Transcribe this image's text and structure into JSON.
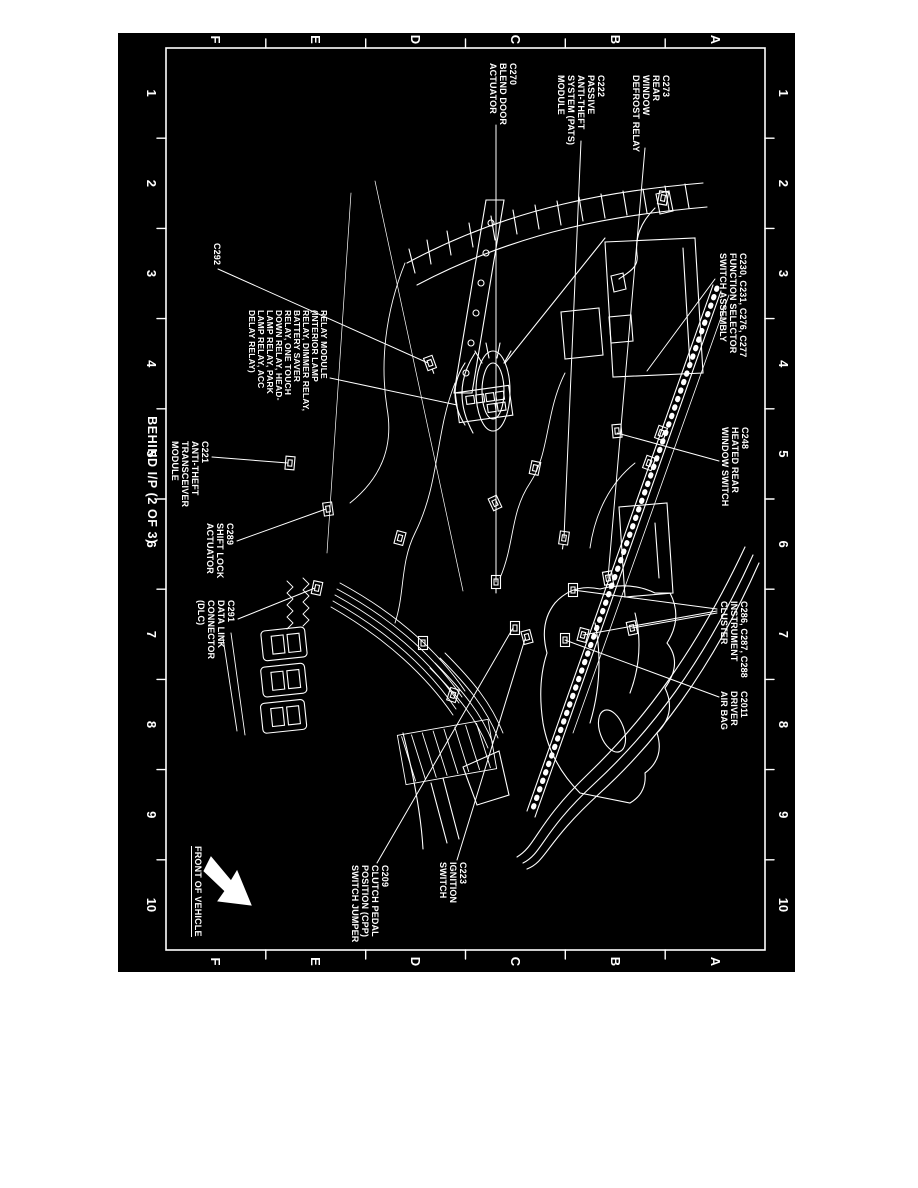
{
  "colors": {
    "page_background": "#ffffff",
    "figure_background": "#000000",
    "line_art": "#ffffff",
    "text": "#ffffff"
  },
  "figure_title": "BEHIND I/P (2 OF 3)",
  "front_of_vehicle_label": "FRONT OF VEHICLE",
  "grid": {
    "letters": [
      "A",
      "B",
      "C",
      "D",
      "E",
      "F"
    ],
    "numbers": [
      "1",
      "2",
      "3",
      "4",
      "5",
      "6",
      "7",
      "8",
      "9",
      "10"
    ]
  },
  "callouts": {
    "c273": {
      "lines": [
        "C273",
        "REAR",
        "WINDOW",
        "DEFROST RELAY"
      ]
    },
    "c222": {
      "lines": [
        "C222",
        "PASSIVE",
        "ANTI-THEFT",
        "SYSTEM (PATS)",
        "MODULE"
      ]
    },
    "c270": {
      "lines": [
        "C270",
        "BLEND DOOR",
        "ACTUATOR"
      ]
    },
    "c292": {
      "lines": [
        "C292"
      ]
    },
    "relay_module": {
      "lines": [
        "RELAY MODULE",
        "(INTERIOR LAMP",
        "RELAY, DIMMER RELAY,",
        "BATTERY SAVER",
        "RELAY, ONE TOUCH",
        "DOWN RELAY, HEAD-",
        "LAMP RELAY, PARK",
        "LAMP RELAY, ACC",
        "DELAY RELAY)"
      ]
    },
    "c221": {
      "lines": [
        "C221",
        "ANTI-THEFT",
        "TRANSCEIVER",
        "MODULE"
      ]
    },
    "c289": {
      "lines": [
        "C289",
        "SHIFT LOCK",
        "ACTUATOR"
      ]
    },
    "c291": {
      "lines": [
        "C291",
        "DATA LINK",
        "CONNECTOR",
        "(DLC)"
      ]
    },
    "function_selector": {
      "lines": [
        "C230, C231, C276, C277",
        "FUNCTION SELECTOR",
        "SWITCH ASSEMBLY"
      ]
    },
    "c248": {
      "lines": [
        "C248",
        "HEATED REAR",
        "WINDOW SWITCH"
      ]
    },
    "instrument_cluster": {
      "lines": [
        "C286, C287, C288",
        "INSTRUMENT",
        "CLUSTER"
      ]
    },
    "c2011": {
      "lines": [
        "C2011",
        "DRIVER",
        "AIR BAG"
      ]
    },
    "c209": {
      "lines": [
        "C209",
        "CLUTCH PEDAL",
        "POSITION (CPP)",
        "SWITCH JUMPER"
      ]
    },
    "c223": {
      "lines": [
        "C223",
        "IGNITION",
        "SWITCH"
      ]
    }
  }
}
